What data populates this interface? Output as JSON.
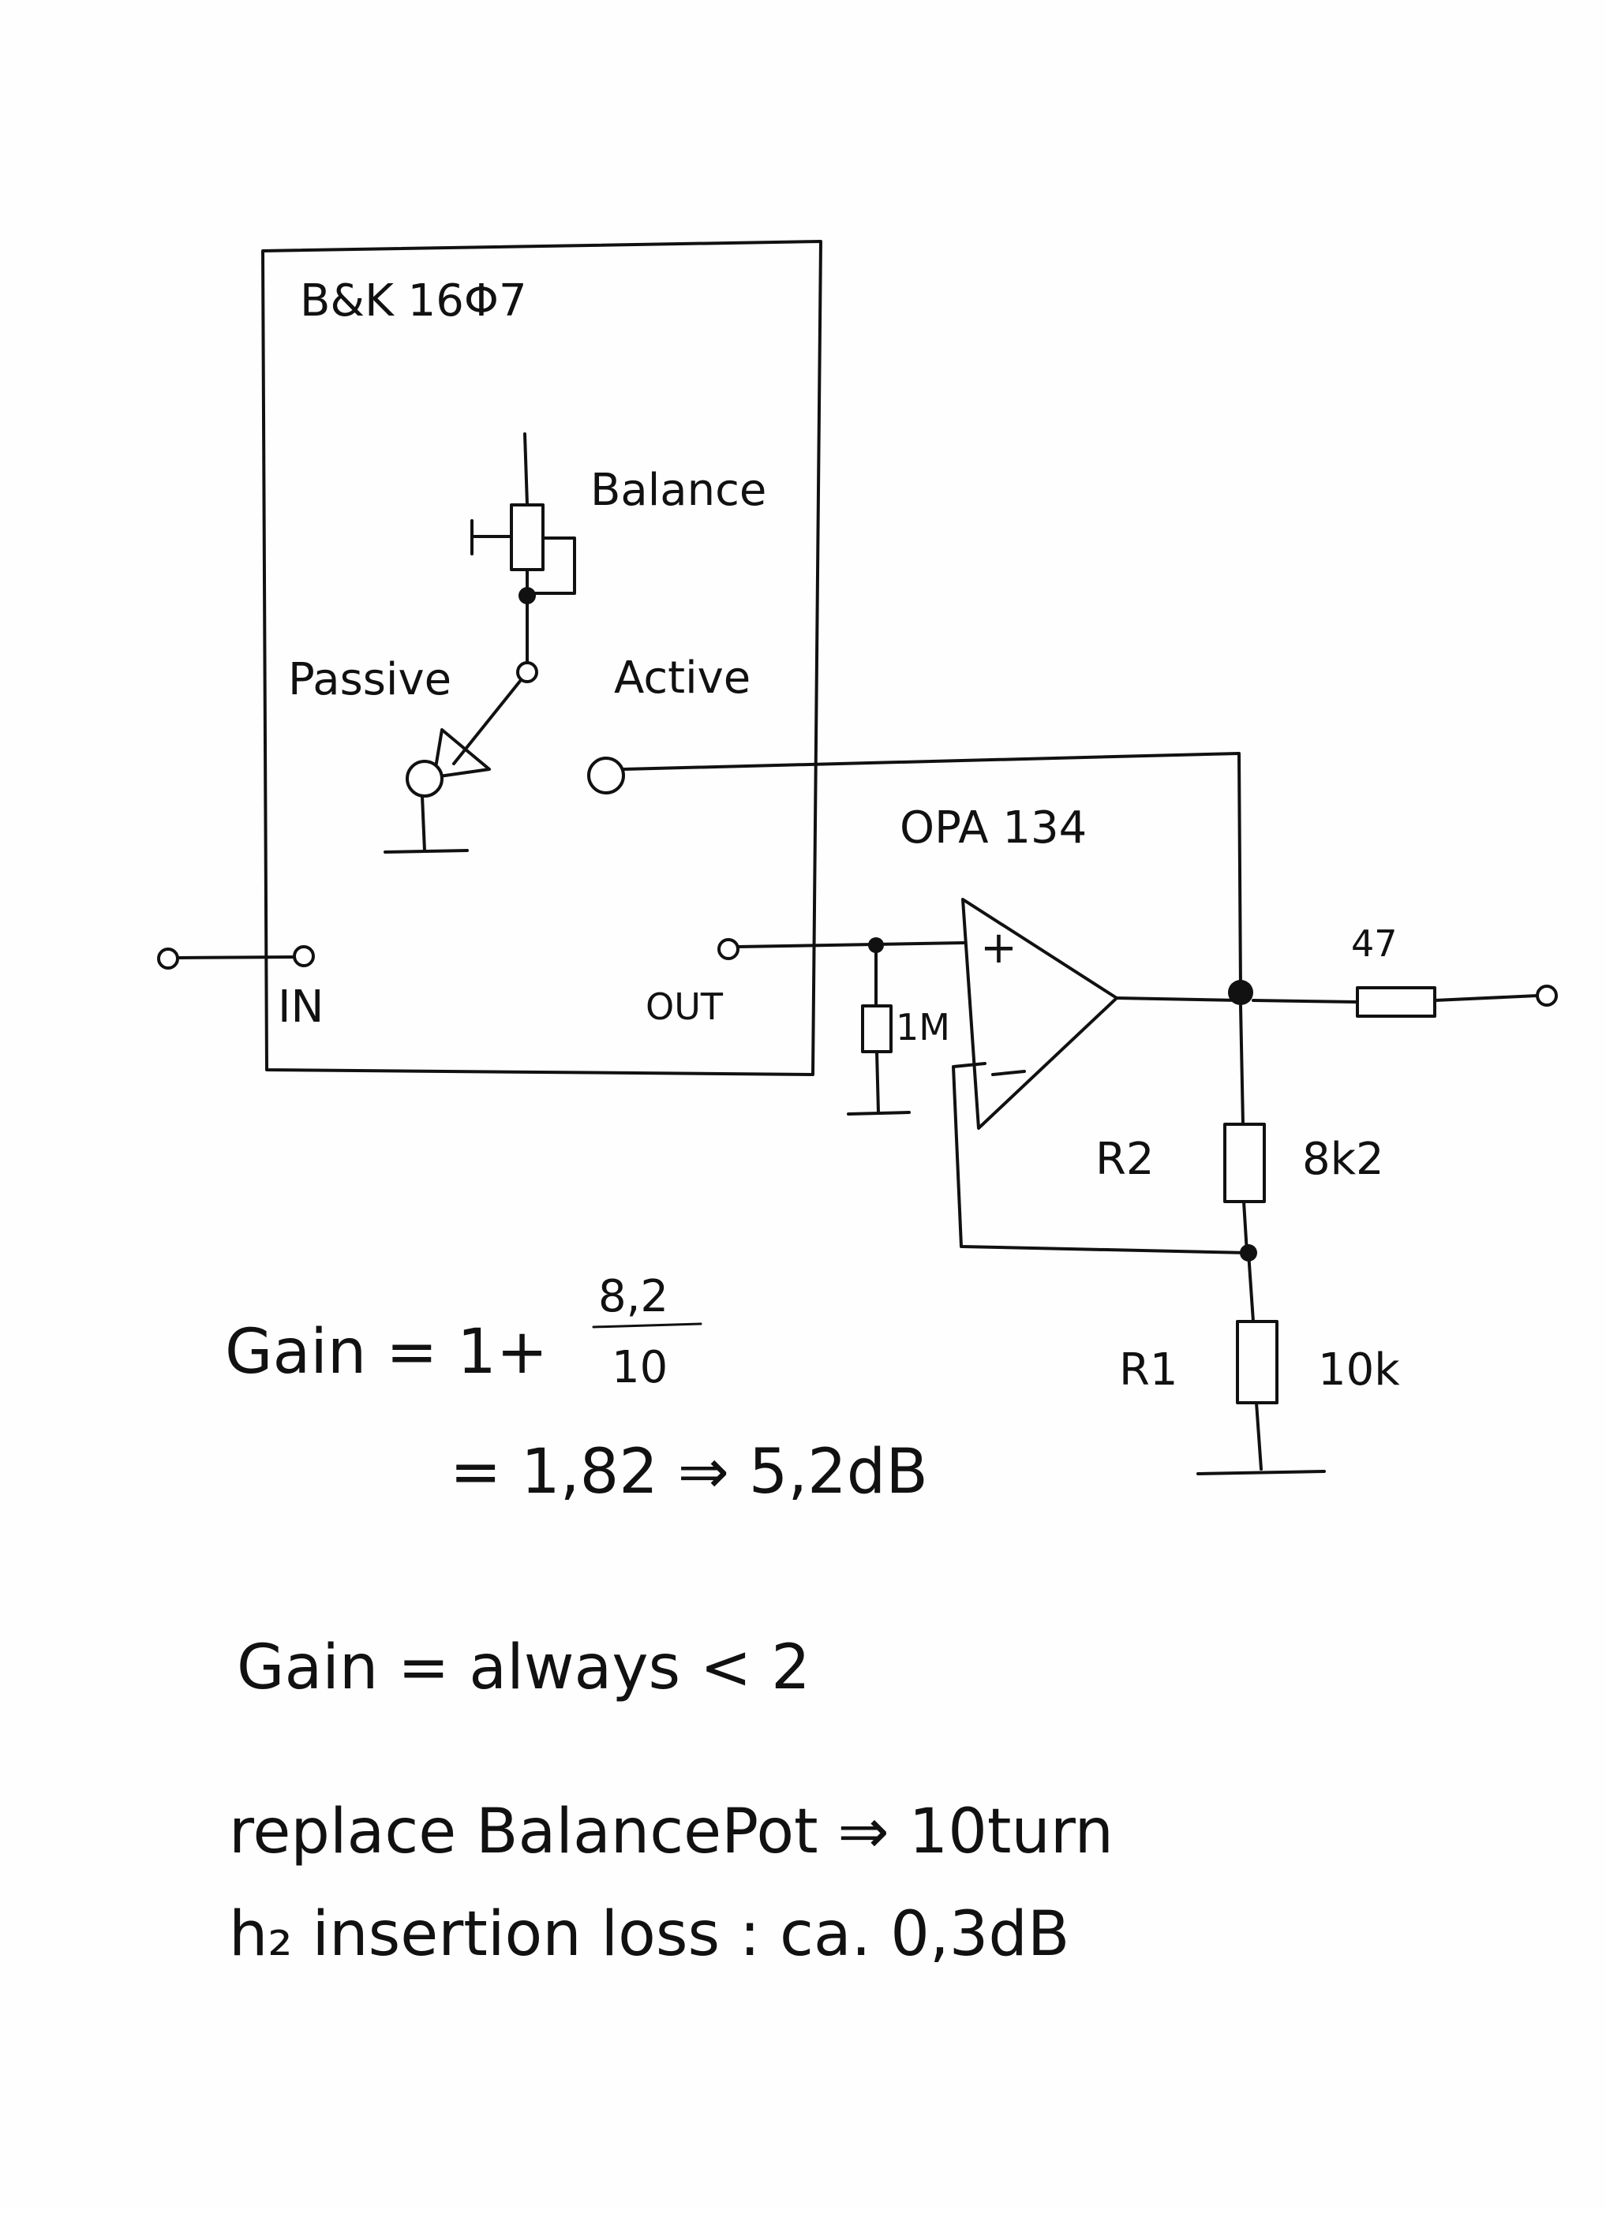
{
  "block": {
    "title": "B&K 16Φ7",
    "balance_label": "Balance",
    "passive_label": "Passive",
    "active_label": "Active",
    "in_label": "IN",
    "out_label": "OUT"
  },
  "opamp": {
    "label": "OPA 134"
  },
  "components": {
    "r_in_value": "1M",
    "r_out_value": "47",
    "r2_name": "R2",
    "r2_value": "8k2",
    "r1_name": "R1",
    "r1_value": "10k"
  },
  "notes": {
    "gain_lhs": "Gain = 1+",
    "gain_num": "8,2",
    "gain_den": "10",
    "gain_result": "= 1,82 ⇒ 5,2dB",
    "gain_always": "Gain = always < 2",
    "replace": "replace BalancePot ⇒ 10turn",
    "insertion": "h₂ insertion loss : ca. 0,3dB"
  }
}
